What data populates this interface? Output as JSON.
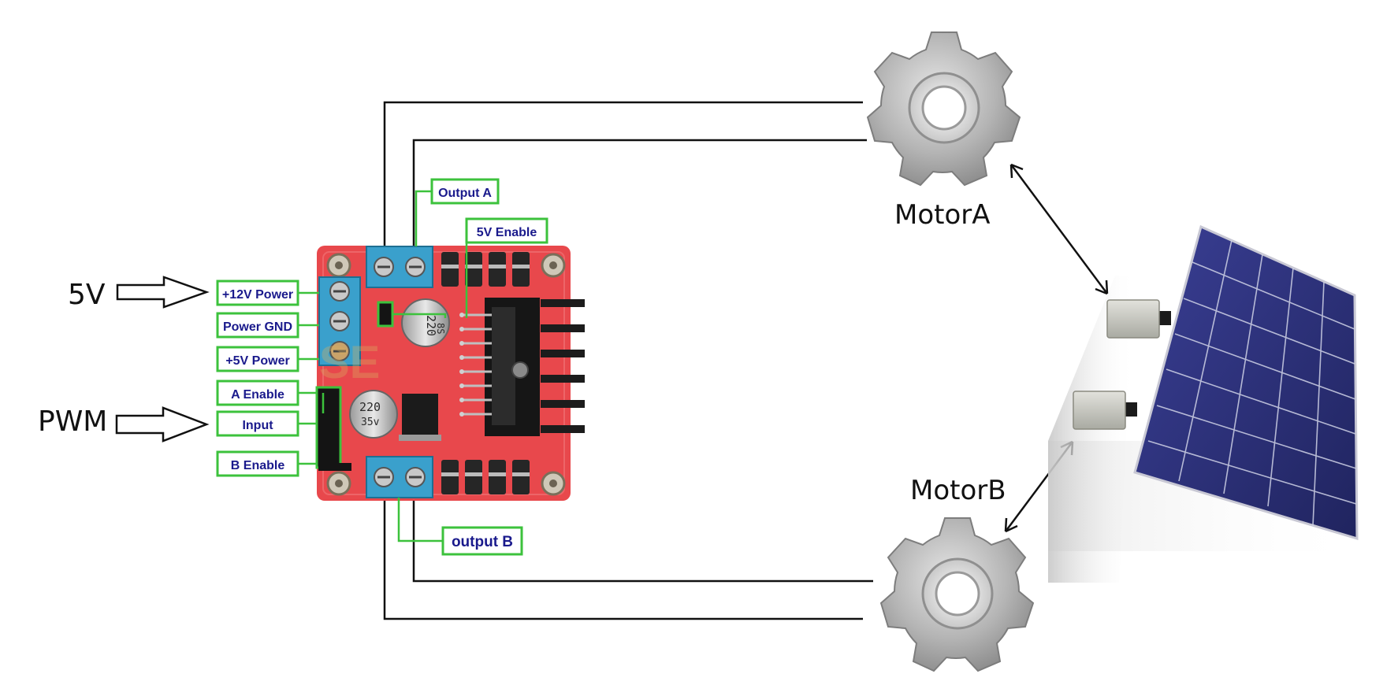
{
  "inputs": {
    "power_label": "5V",
    "pwm_label": "PWM"
  },
  "board": {
    "pins": {
      "plus12v": "+12V Power",
      "power_gnd": "Power GND",
      "plus5v": "+5V Power",
      "a_enable": "A Enable",
      "input": "Input",
      "b_enable": "B Enable",
      "output_a": "Output A",
      "enable_5v": "5V Enable",
      "output_b": "output B"
    },
    "capacitor_text": [
      "8S",
      "220",
      "35v"
    ]
  },
  "motors": {
    "motor_a": "MotorA",
    "motor_b": "MotorB"
  },
  "colors": {
    "pcb": "#e8484c",
    "terminal": "#3aa0cc",
    "tag_border": "#3cc23c",
    "tag_text": "#1a1a8c",
    "wire": "#111111",
    "gear": "#a8a8a8",
    "panel": "#2b2f7a"
  },
  "icons": [
    "arrow-right-icon",
    "gear-icon",
    "solar-panel-icon"
  ]
}
